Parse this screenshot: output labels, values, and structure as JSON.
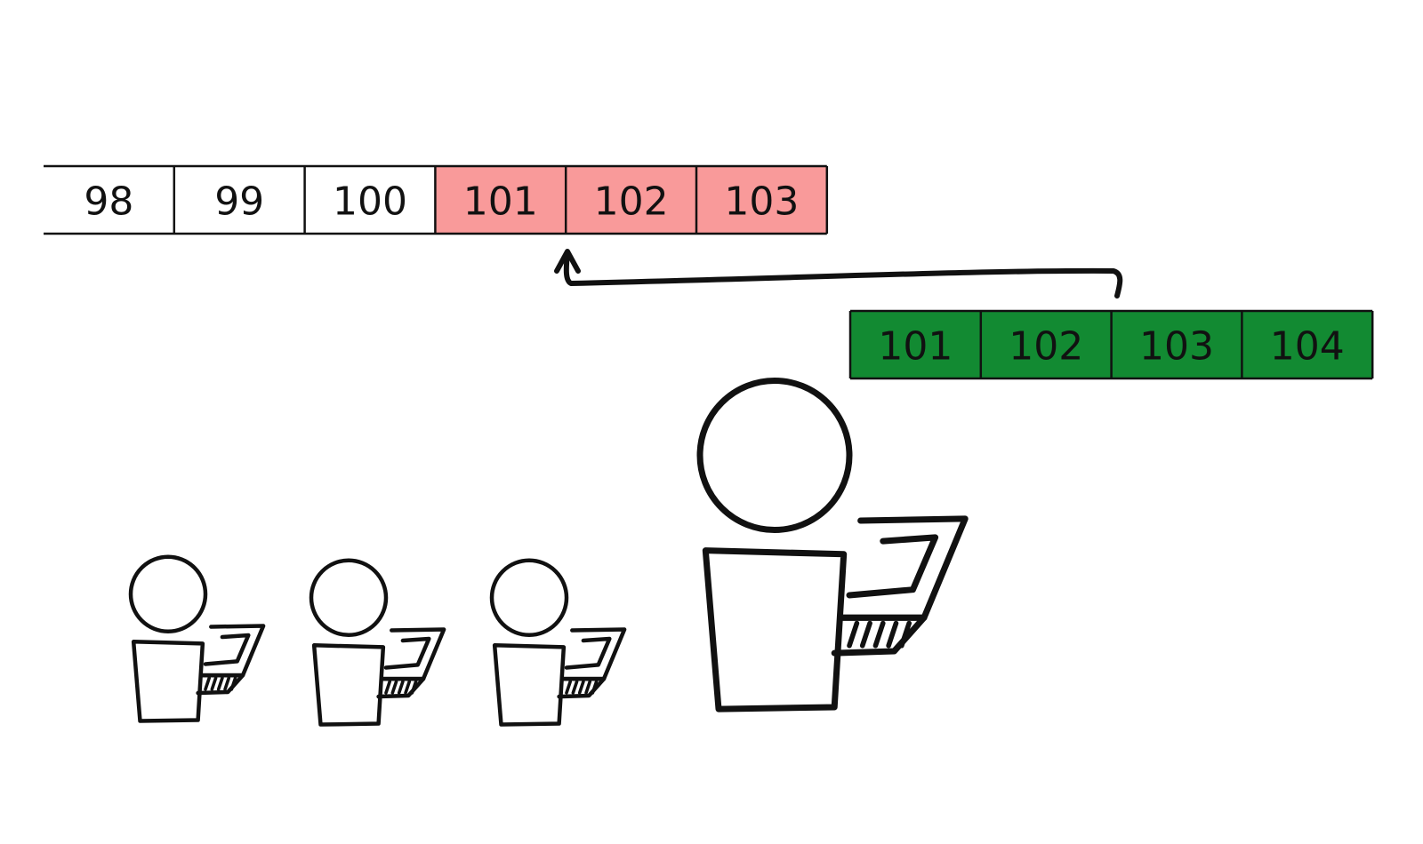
{
  "colors": {
    "ink": "#111111",
    "existing_cell": "#ffffff",
    "conflict_cell": "#f99a9a",
    "incoming_cell": "#128a32"
  },
  "existing_row": {
    "cells": [
      {
        "label": "98",
        "state": "existing"
      },
      {
        "label": "99",
        "state": "existing"
      },
      {
        "label": "100",
        "state": "existing"
      },
      {
        "label": "101",
        "state": "conflict"
      },
      {
        "label": "102",
        "state": "conflict"
      },
      {
        "label": "103",
        "state": "conflict"
      }
    ]
  },
  "incoming_row": {
    "cells": [
      {
        "label": "101",
        "state": "incoming"
      },
      {
        "label": "102",
        "state": "incoming"
      },
      {
        "label": "103",
        "state": "incoming"
      },
      {
        "label": "104",
        "state": "incoming"
      }
    ]
  },
  "people": [
    {
      "name": "small-person-1",
      "icon": "person-with-laptop-icon"
    },
    {
      "name": "small-person-2",
      "icon": "person-with-laptop-icon"
    },
    {
      "name": "small-person-3",
      "icon": "person-with-laptop-icon"
    },
    {
      "name": "large-person",
      "icon": "person-with-laptop-icon"
    }
  ]
}
